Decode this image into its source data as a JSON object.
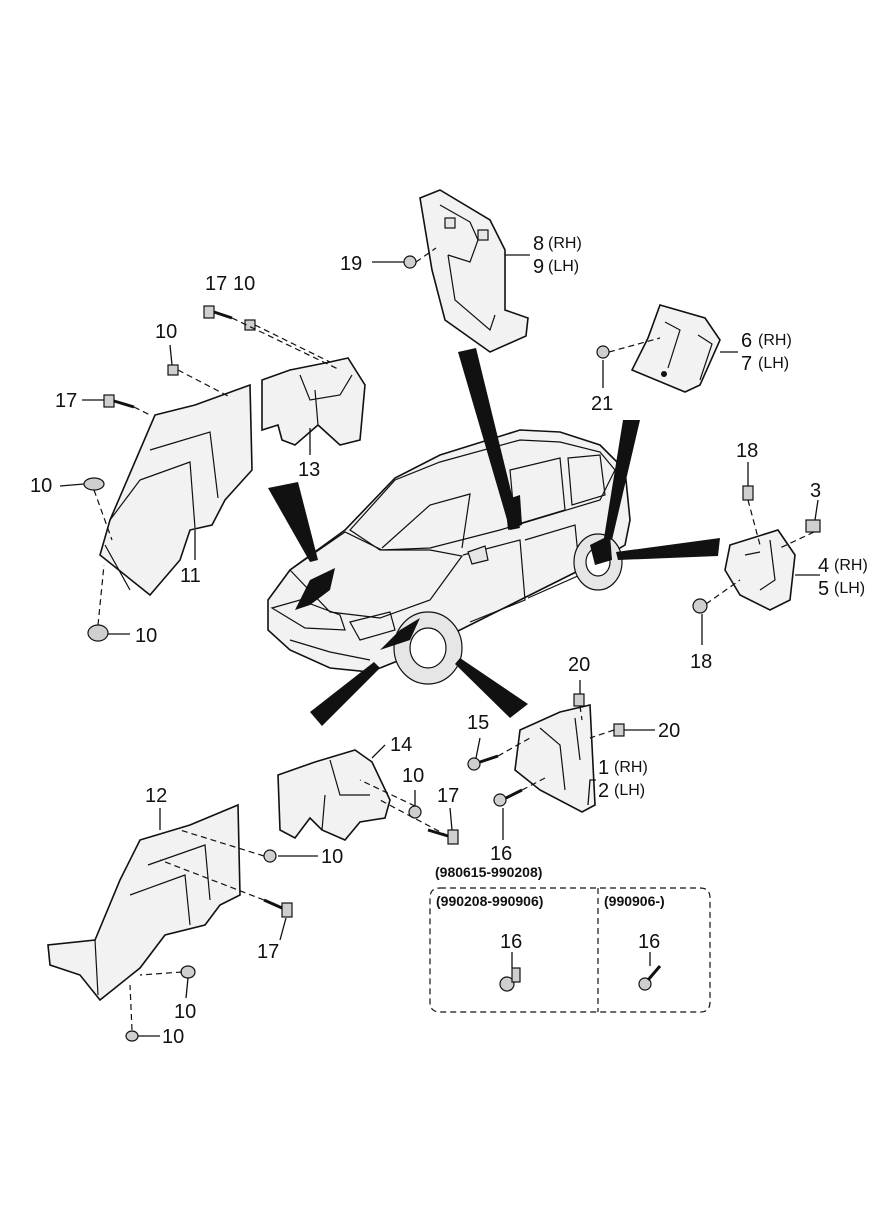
{
  "callouts": {
    "c1": "1",
    "c1_suffix": "(RH)",
    "c2": "2",
    "c2_suffix": "(LH)",
    "c3": "3",
    "c4": "4",
    "c4_suffix": "(RH)",
    "c5": "5",
    "c5_suffix": "(LH)",
    "c6": "6",
    "c6_suffix": "(RH)",
    "c7": "7",
    "c7_suffix": "(LH)",
    "c8": "8",
    "c8_suffix": "(RH)",
    "c9": "9",
    "c9_suffix": "(LH)",
    "c10": "10",
    "c11": "11",
    "c12": "12",
    "c13": "13",
    "c14": "14",
    "c15": "15",
    "c16": "16",
    "c17": "17",
    "c18": "18",
    "c19": "19",
    "c20": "20",
    "c21": "21"
  },
  "date_ranges": {
    "range_a": "(980615-990208)",
    "range_b": "(990208-990906)",
    "range_c": "(990906-)"
  }
}
